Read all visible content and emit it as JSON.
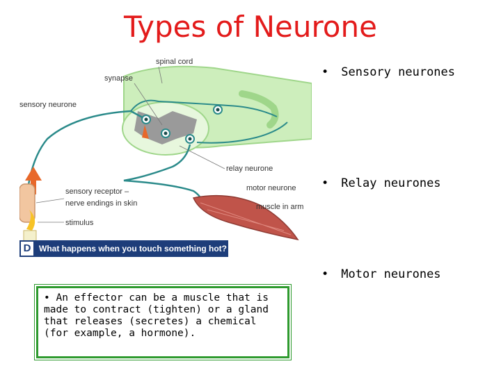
{
  "title": "Types of Neurone",
  "bullets": [
    {
      "symbol": "•",
      "text": "Sensory neurones"
    },
    {
      "symbol": "•",
      "text": "Relay neurones"
    },
    {
      "symbol": "•",
      "text": "Motor neurones"
    }
  ],
  "diagram": {
    "labels": {
      "spinal_cord": "spinal cord",
      "synapse": "synapse",
      "sensory_neurone": "sensory neurone",
      "relay_neurone": "relay neurone",
      "motor_neurone": "motor neurone",
      "sensory_receptor_1": "sensory receptor –",
      "sensory_receptor_2": "nerve endings in skin",
      "muscle_in_arm": "muscle in arm",
      "stimulus": "stimulus"
    },
    "caption_letter": "D",
    "caption": "What happens when you touch something hot?",
    "colors": {
      "nerve": "#2a8a8a",
      "cord": "#b9e8a6",
      "arrow": "#e8682a",
      "muscle": "#c0544a"
    }
  },
  "note": "• An effector can be a muscle that is made to contract (tighten) or a gland that releases (secretes) a chemical (for example, a hormone)."
}
